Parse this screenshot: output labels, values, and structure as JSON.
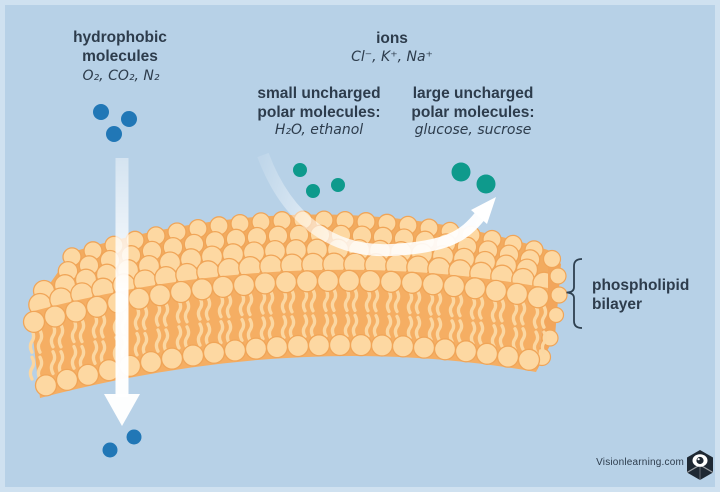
{
  "labels": {
    "hydrophobic": {
      "title": "hydrophobic\nmolecules",
      "formula": "O₂, CO₂, N₂"
    },
    "ions": {
      "title": "ions",
      "formula": "Cl⁻, K⁺, Na⁺"
    },
    "small_polar": {
      "title": "small uncharged\npolar molecules:",
      "formula": "H₂O, ethanol"
    },
    "large_polar": {
      "title": "large uncharged\npolar molecules:",
      "formula": "glucose, sucrose"
    },
    "bilayer": {
      "title": "phospholipid\nbilayer"
    },
    "credit": "Visionlearning.com"
  },
  "colors": {
    "background": "#b7d1e7",
    "frame": "#cfe1f0",
    "text": "#2d3c4c",
    "hydrophobic_dot": "#2177b6",
    "polar_dot": "#0e9a8c",
    "membrane_face": "#f5ae63",
    "membrane_band": "#f2ab5f",
    "membrane_side": "#f2a65c",
    "membrane_head_fill": "#fdd8a2",
    "membrane_head_stroke": "#f0a558",
    "membrane_tail": "#fbd7a2",
    "arrow": "#ffffff",
    "bracket": "#2e4050",
    "logo": "#1e2833"
  },
  "molecules": {
    "hydrophobic_above": {
      "r": 8,
      "dots": [
        [
          101,
          112
        ],
        [
          129,
          119
        ],
        [
          114,
          134
        ]
      ]
    },
    "hydrophobic_below": {
      "r": 7.5,
      "dots": [
        [
          134,
          437
        ],
        [
          110,
          450
        ]
      ]
    },
    "small_polar": {
      "r": 7,
      "dots": [
        [
          300,
          170
        ],
        [
          313,
          191
        ],
        [
          338,
          185
        ]
      ]
    },
    "large_polar": {
      "r": 9.5,
      "dots": [
        [
          461,
          172
        ],
        [
          486,
          184
        ]
      ]
    }
  }
}
